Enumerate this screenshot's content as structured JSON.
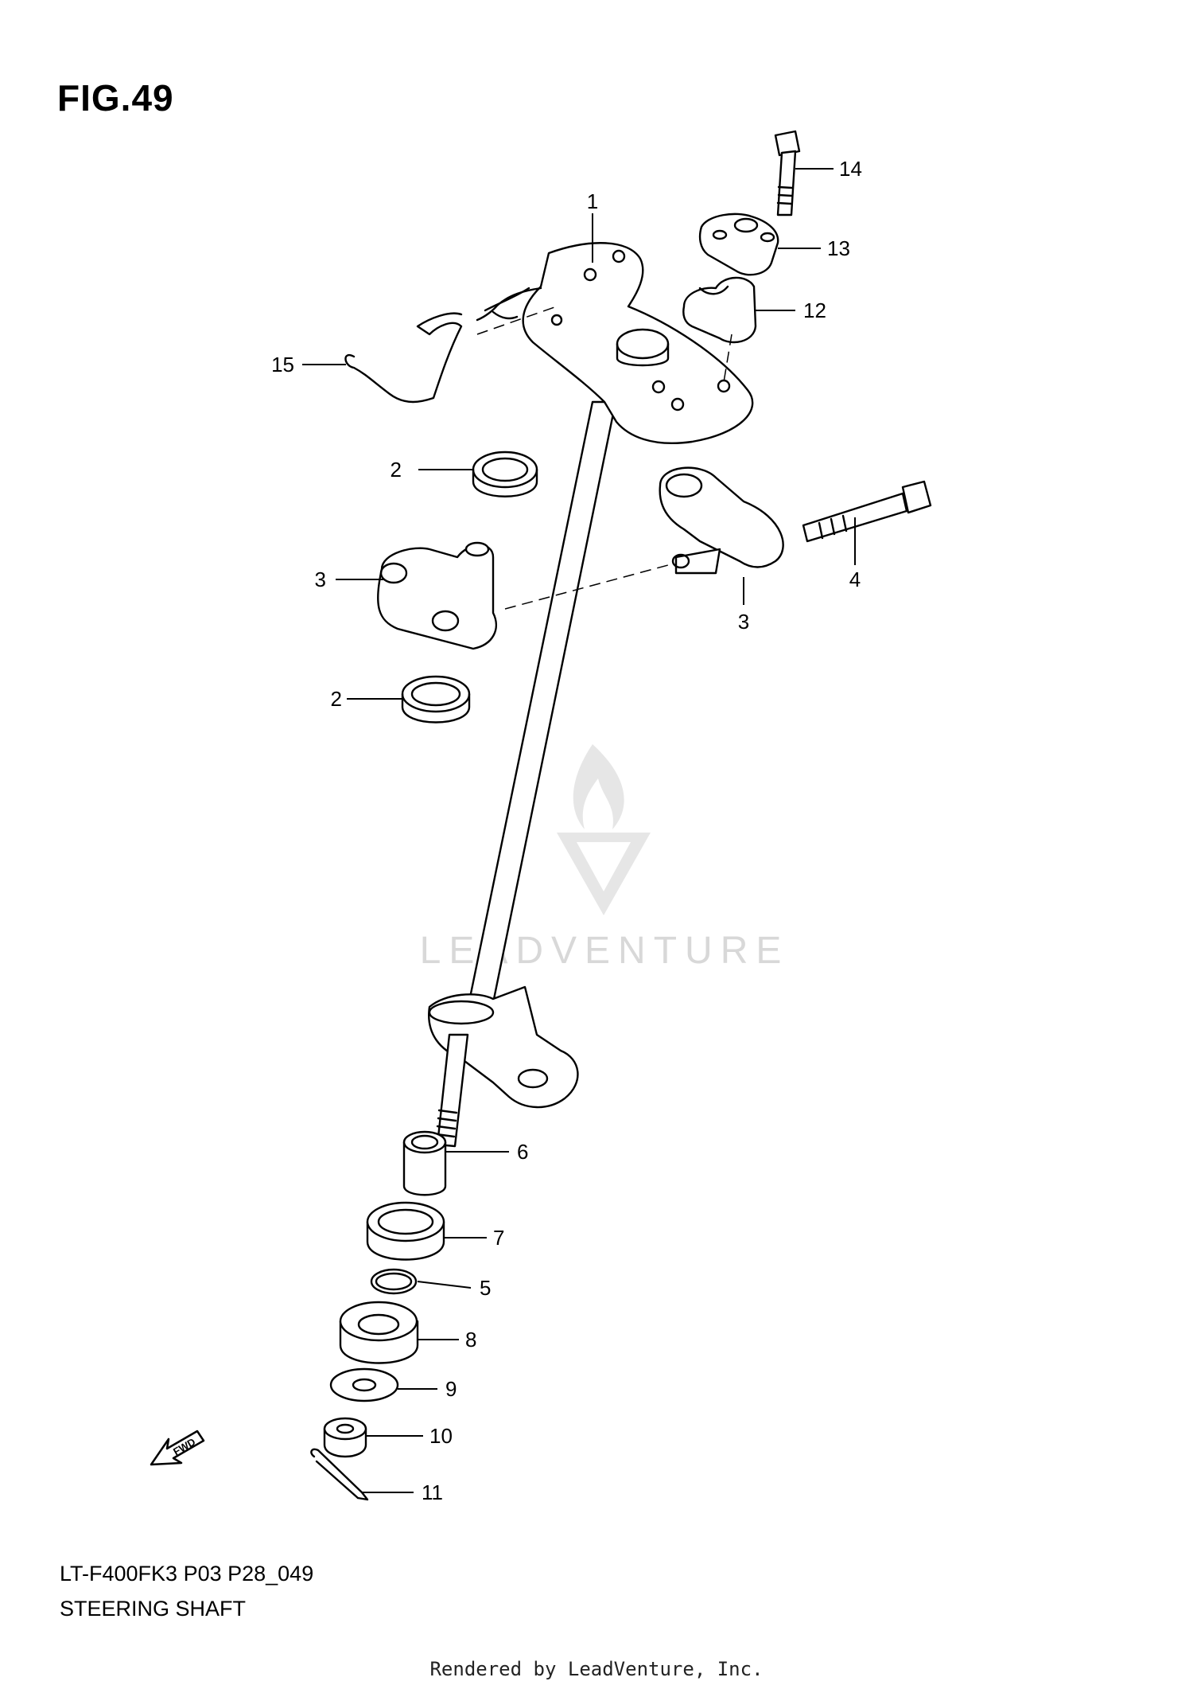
{
  "figure": {
    "title": "FIG.49",
    "model_code": "LT-F400FK3 P03 P28_049",
    "name": "STEERING SHAFT"
  },
  "watermark": {
    "text": "LEADVENTURE"
  },
  "direction_arrow": {
    "label": "FWD",
    "icon": "fwd-arrow-icon"
  },
  "callouts": [
    {
      "number": "1"
    },
    {
      "number": "2"
    },
    {
      "number": "2"
    },
    {
      "number": "3"
    },
    {
      "number": "3"
    },
    {
      "number": "4"
    },
    {
      "number": "5"
    },
    {
      "number": "6"
    },
    {
      "number": "7"
    },
    {
      "number": "8"
    },
    {
      "number": "9"
    },
    {
      "number": "10"
    },
    {
      "number": "11"
    },
    {
      "number": "12"
    },
    {
      "number": "13"
    },
    {
      "number": "14"
    },
    {
      "number": "15"
    }
  ],
  "footer": {
    "rendered_by": "Rendered by LeadVenture, Inc."
  }
}
